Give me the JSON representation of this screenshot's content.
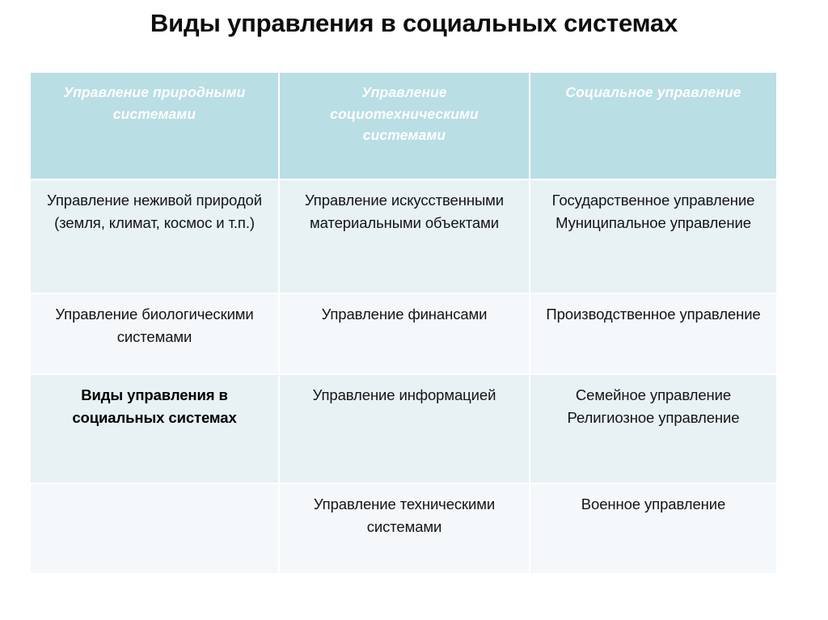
{
  "slide": {
    "title": "Виды управления в социальных системах",
    "accent_color": "#b9dee3",
    "band_a_color": "#e8f1f3",
    "band_b_color": "#f4f8fa",
    "page_background": "#ffffff"
  },
  "table": {
    "headers": [
      "Управление природными системами",
      "Управление социотехническими системами",
      "Социальное управление"
    ],
    "rows": [
      {
        "cells": [
          "Управление неживой природой (земля, климат, космос и т.п.)",
          "Управление искусственными материальными объектами",
          "Государственное управление Муниципальное управление"
        ],
        "emphasis": [
          false,
          false,
          false
        ]
      },
      {
        "cells": [
          "Управление биологическими системами",
          "Управление финансами",
          "Производственное управление"
        ],
        "emphasis": [
          false,
          false,
          false
        ]
      },
      {
        "cells": [
          "Виды управления в социальных системах",
          "Управление информацией",
          "Семейное управление Религиозное управление"
        ],
        "emphasis": [
          true,
          false,
          false
        ]
      },
      {
        "cells": [
          "",
          "Управление техническими системами",
          "Военное управление"
        ],
        "emphasis": [
          false,
          false,
          false
        ]
      }
    ]
  }
}
